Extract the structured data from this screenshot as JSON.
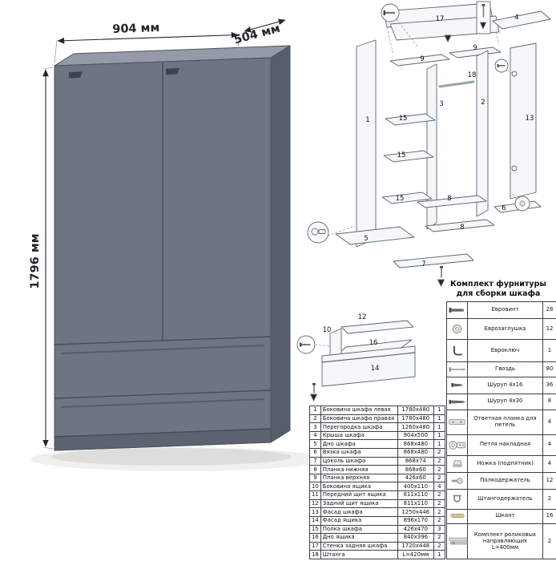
{
  "dimensions": {
    "width_label": "904 мм",
    "depth_label": "504 мм",
    "height_label": "1796 мм"
  },
  "exploded_labels": [
    "1",
    "17",
    "4",
    "9",
    "9",
    "18",
    "3",
    "2",
    "13",
    "15",
    "15",
    "15",
    "5",
    "8",
    "8",
    "6",
    "7"
  ],
  "drawer_labels": [
    "12",
    "10",
    "16",
    "14"
  ],
  "hardware": {
    "title_line1": "Комплект фурнитуры",
    "title_line2": "для сборки шкафа",
    "items": [
      {
        "icon": "euro-screw",
        "name": "Евровинт",
        "qty": "28"
      },
      {
        "icon": "euro-cap",
        "name": "Еврозаглушка",
        "qty": "12"
      },
      {
        "icon": "euro-key",
        "name": "Евроключ",
        "qty": "1"
      },
      {
        "icon": "nail",
        "name": "Гвоздь",
        "qty": "80"
      },
      {
        "icon": "screw-short",
        "name": "Шуруп 4x16",
        "qty": "36"
      },
      {
        "icon": "screw-long",
        "name": "Шуруп 4x30",
        "qty": "8"
      },
      {
        "icon": "strike-plate",
        "name": "Ответная планка для петель",
        "qty": "4"
      },
      {
        "icon": "hinge",
        "name": "Петля накладная",
        "qty": "4"
      },
      {
        "icon": "foot",
        "name": "Ножка (подпятник)",
        "qty": "4"
      },
      {
        "icon": "shelf-holder",
        "name": "Полкодержатель",
        "qty": "12"
      },
      {
        "icon": "rod-holder",
        "name": "Штангодержатель",
        "qty": "2"
      },
      {
        "icon": "dowel",
        "name": "Шкант",
        "qty": "16"
      },
      {
        "icon": "roller-guides",
        "name": "Комплект роликовых направляющих L=400мм",
        "qty": "2"
      }
    ]
  },
  "parts": {
    "rows": [
      {
        "num": "1",
        "name": "Боковина шкафа левая",
        "size": "1780x480",
        "qty": "1"
      },
      {
        "num": "2",
        "name": "Боковина шкафа правая",
        "size": "1780x480",
        "qty": "1"
      },
      {
        "num": "3",
        "name": "Перегородка шкафа",
        "size": "1260x480",
        "qty": "1"
      },
      {
        "num": "4",
        "name": "Крыша шкафа",
        "size": "904x500",
        "qty": "1"
      },
      {
        "num": "5",
        "name": "Дно шкафа",
        "size": "868x480",
        "qty": "1"
      },
      {
        "num": "6",
        "name": "Вязка шкафа",
        "size": "868x480",
        "qty": "2"
      },
      {
        "num": "7",
        "name": "Цоколь шкафа",
        "size": "868x74",
        "qty": "2"
      },
      {
        "num": "8",
        "name": "Планка нижняя",
        "size": "868x60",
        "qty": "2"
      },
      {
        "num": "9",
        "name": "Планка верхняя",
        "size": "426x60",
        "qty": "2"
      },
      {
        "num": "10",
        "name": "Боковина ящика",
        "size": "400x110",
        "qty": "4"
      },
      {
        "num": "11",
        "name": "Передний щит ящика",
        "size": "811x110",
        "qty": "2"
      },
      {
        "num": "12",
        "name": "Задний щит ящика",
        "size": "811x110",
        "qty": "2"
      },
      {
        "num": "13",
        "name": "Фасад шкафа",
        "size": "1250x446",
        "qty": "2"
      },
      {
        "num": "14",
        "name": "Фасад ящика",
        "size": "896x170",
        "qty": "2"
      },
      {
        "num": "15",
        "name": "Полка шкафа",
        "size": "426x470",
        "qty": "3"
      },
      {
        "num": "16",
        "name": "Дно ящика",
        "size": "840x396",
        "qty": "2"
      },
      {
        "num": "17",
        "name": "Стенка задняя шкафа",
        "size": "1720x448",
        "qty": "2"
      },
      {
        "num": "18",
        "name": "Штанга",
        "size": "L=420мм",
        "qty": "1"
      }
    ]
  }
}
